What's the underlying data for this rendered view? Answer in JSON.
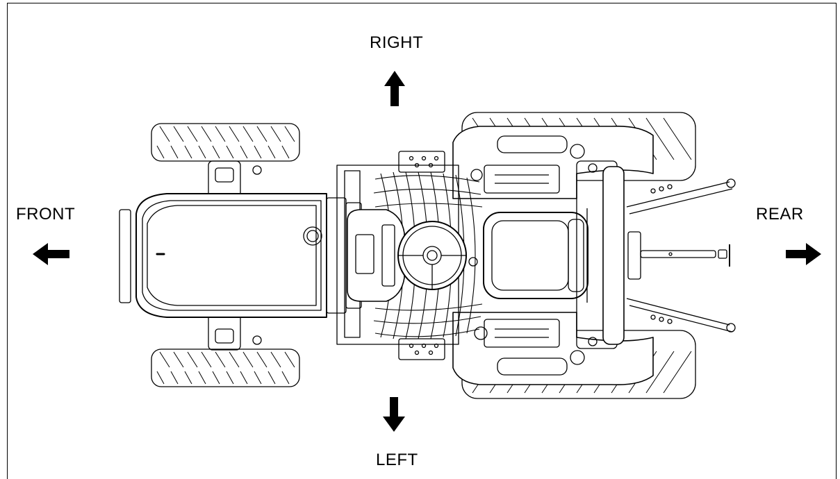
{
  "labels": {
    "right": "RIGHT",
    "front": "FRONT",
    "rear": "REAR",
    "left": "LEFT"
  },
  "icons": {
    "up": "arrow-up-icon",
    "down": "arrow-down-icon",
    "left": "arrow-left-icon",
    "right": "arrow-right-icon"
  },
  "colors": {
    "line": "#000000",
    "background": "#ffffff"
  }
}
